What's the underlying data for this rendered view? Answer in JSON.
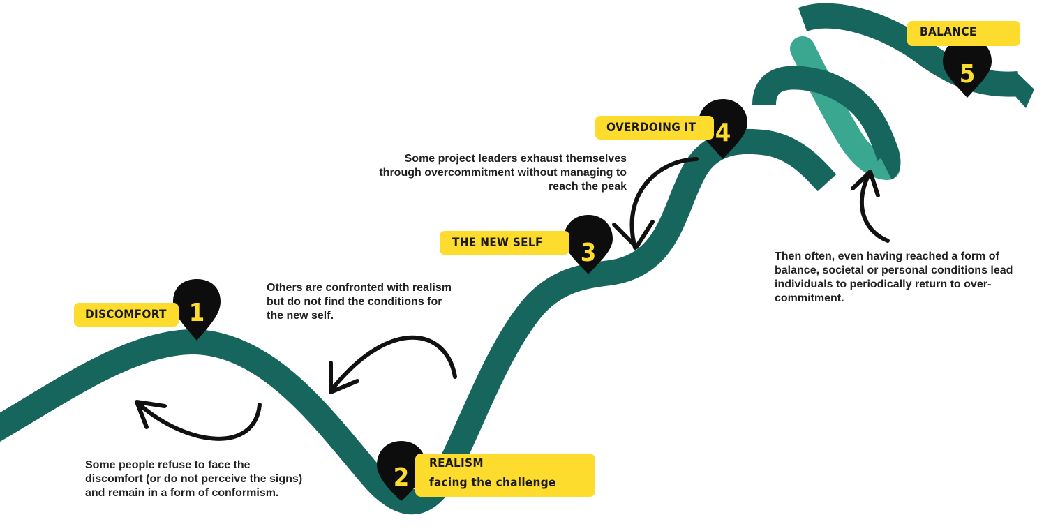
{
  "stages": [
    {
      "number": "1",
      "label": "DISCOMFORT"
    },
    {
      "number": "2",
      "label": "REALISM",
      "sublabel": "facing the challenge"
    },
    {
      "number": "3",
      "label": "THE NEW SELF"
    },
    {
      "number": "4",
      "label": "OVERDOING IT"
    },
    {
      "number": "5",
      "label": "BALANCE"
    }
  ],
  "notes": {
    "conformism": "Some people refuse to face the discomfort (or do not perceive the signs) and remain in a form of conformism.",
    "realism": "Others are confronted with realism but do not find the conditions for the new self.",
    "overcommitment": "Some project leaders exhaust themselves through overcommitment without managing to reach the peak",
    "relapse": "Then often, even having reached a form of balance, societal or personal conditions lead individuals to periodically return to over-commitment."
  },
  "colors": {
    "path": "#17665d",
    "path_light": "#3aa891",
    "label_bg": "#fddc2e",
    "pin": "#0d0d0d",
    "arrow": "#111111",
    "text": "#222222"
  }
}
